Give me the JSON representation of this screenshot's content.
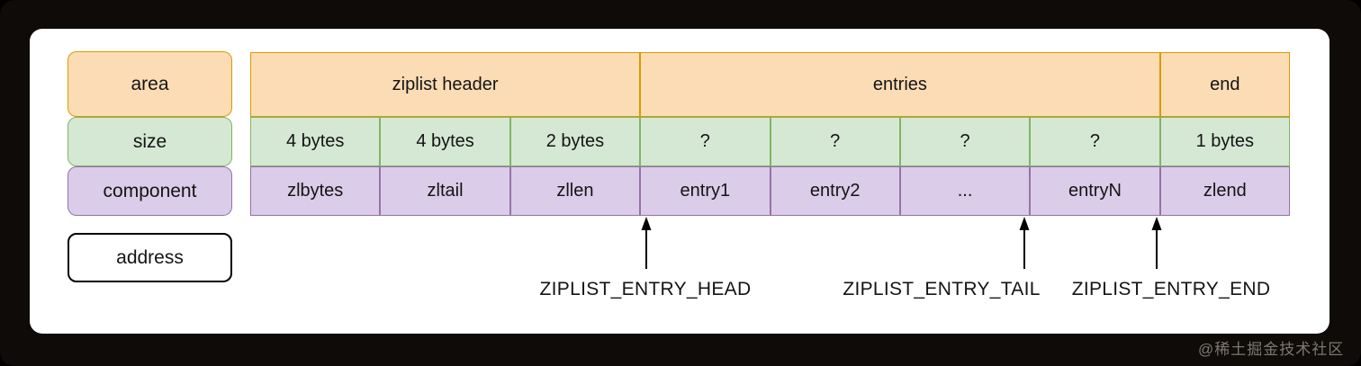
{
  "colors": {
    "frame_bg": "#0e0b08",
    "card_bg": "#ffffff",
    "ink": "#141414",
    "orange_fill": "#fbdcb4",
    "orange_border": "#d79b00",
    "green_fill": "#d5e8d4",
    "green_border": "#82b366",
    "purple_fill": "#dbcce9",
    "purple_border": "#9673a6",
    "watermark_color": "#7e7872"
  },
  "legend": {
    "items": [
      {
        "id": "area",
        "label": "area"
      },
      {
        "id": "size",
        "label": "size"
      },
      {
        "id": "component",
        "label": "component"
      },
      {
        "id": "address",
        "label": "address"
      }
    ]
  },
  "table": {
    "area_row": [
      {
        "label": "ziplist header",
        "span": 3
      },
      {
        "label": "entries",
        "span": 4
      },
      {
        "label": "end",
        "span": 1
      }
    ],
    "size_row": [
      "4 bytes",
      "4 bytes",
      "2 bytes",
      "?",
      "?",
      "?",
      "?",
      "1 bytes"
    ],
    "component_row": [
      "zlbytes",
      "zltail",
      "zllen",
      "entry1",
      "entry2",
      "...",
      "entryN",
      "zlend"
    ]
  },
  "pointers": [
    {
      "label": "ZIPLIST_ENTRY_HEAD"
    },
    {
      "label": "ZIPLIST_ENTRY_TAIL"
    },
    {
      "label": "ZIPLIST_ENTRY_END"
    }
  ],
  "watermark": "@稀土掘金技术社区"
}
